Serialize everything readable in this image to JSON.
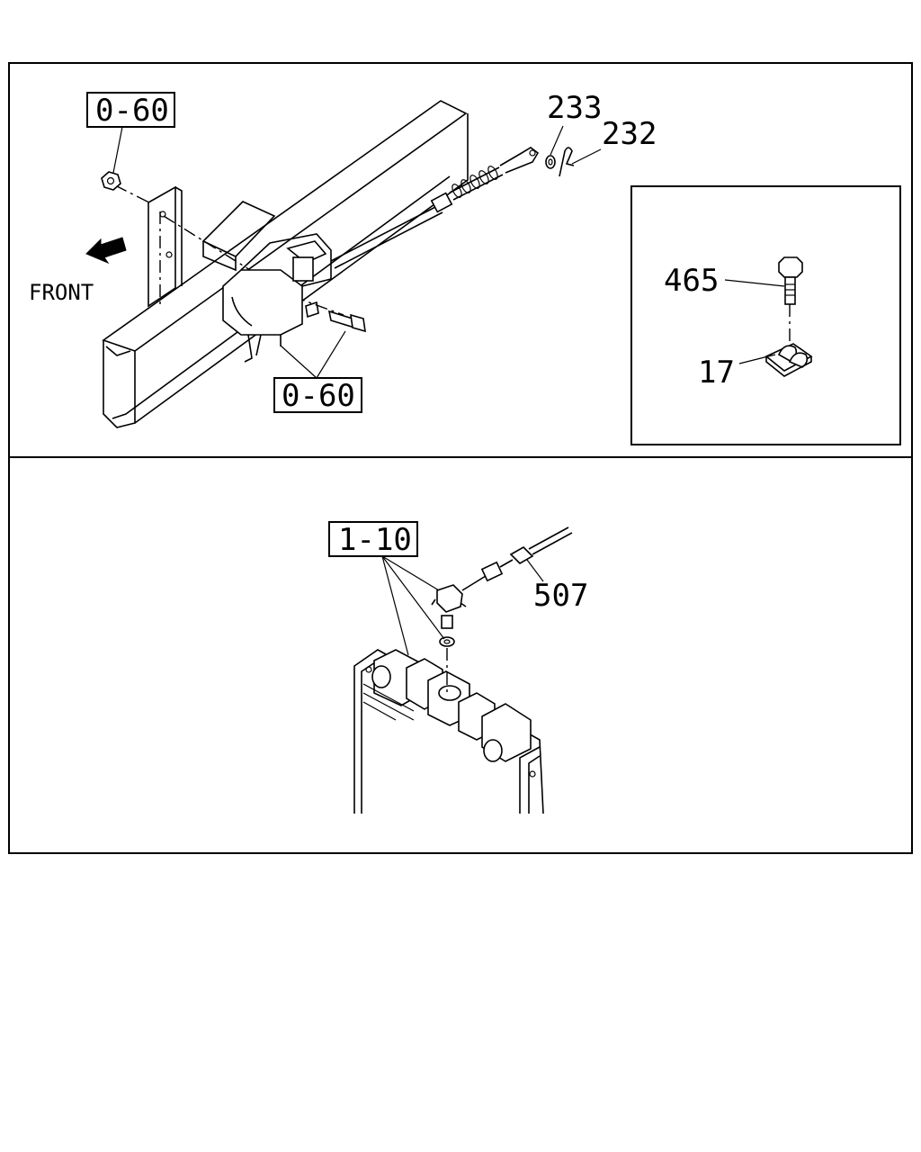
{
  "top_panel": {
    "ref_box_top": "0-60",
    "ref_box_bottom": "0-60",
    "front_label": "FRONT",
    "part_233": "233",
    "part_232": "232",
    "inset": {
      "part_465": "465",
      "part_17": "17"
    }
  },
  "bottom_panel": {
    "ref_box": "1-10",
    "part_507": "507"
  },
  "icons": [
    "front-arrow-icon"
  ]
}
